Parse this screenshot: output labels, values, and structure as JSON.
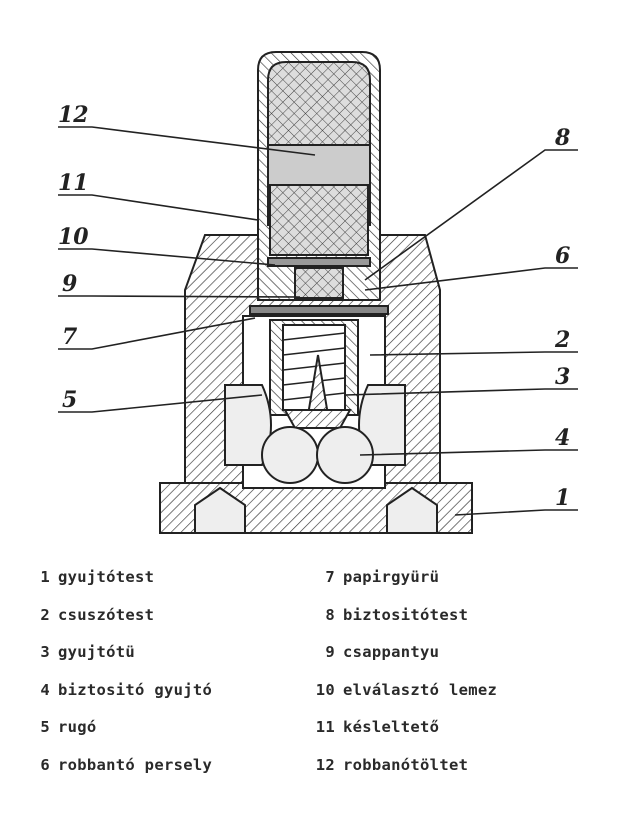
{
  "callouts": {
    "left": [
      "12",
      "11",
      "10",
      "9",
      "7",
      "5"
    ],
    "right": [
      "8",
      "6",
      "2",
      "3",
      "4",
      "1"
    ]
  },
  "legend": {
    "col1": [
      {
        "num": "1",
        "text": "gyujtótest"
      },
      {
        "num": "2",
        "text": "csuszótest"
      },
      {
        "num": "3",
        "text": "gyujtótü"
      },
      {
        "num": "4",
        "text": "biztositó gyujtó"
      },
      {
        "num": "5",
        "text": "rugó"
      },
      {
        "num": "6",
        "text": "robbantó persely"
      }
    ],
    "col2": [
      {
        "num": "7",
        "text": "papirgyürü"
      },
      {
        "num": "8",
        "text": "biztositótest"
      },
      {
        "num": "9",
        "text": "csappantyu"
      },
      {
        "num": "10",
        "text": "elválasztó lemez"
      },
      {
        "num": "11",
        "text": "késleltető"
      },
      {
        "num": "12",
        "text": "robbanótöltet"
      }
    ]
  }
}
